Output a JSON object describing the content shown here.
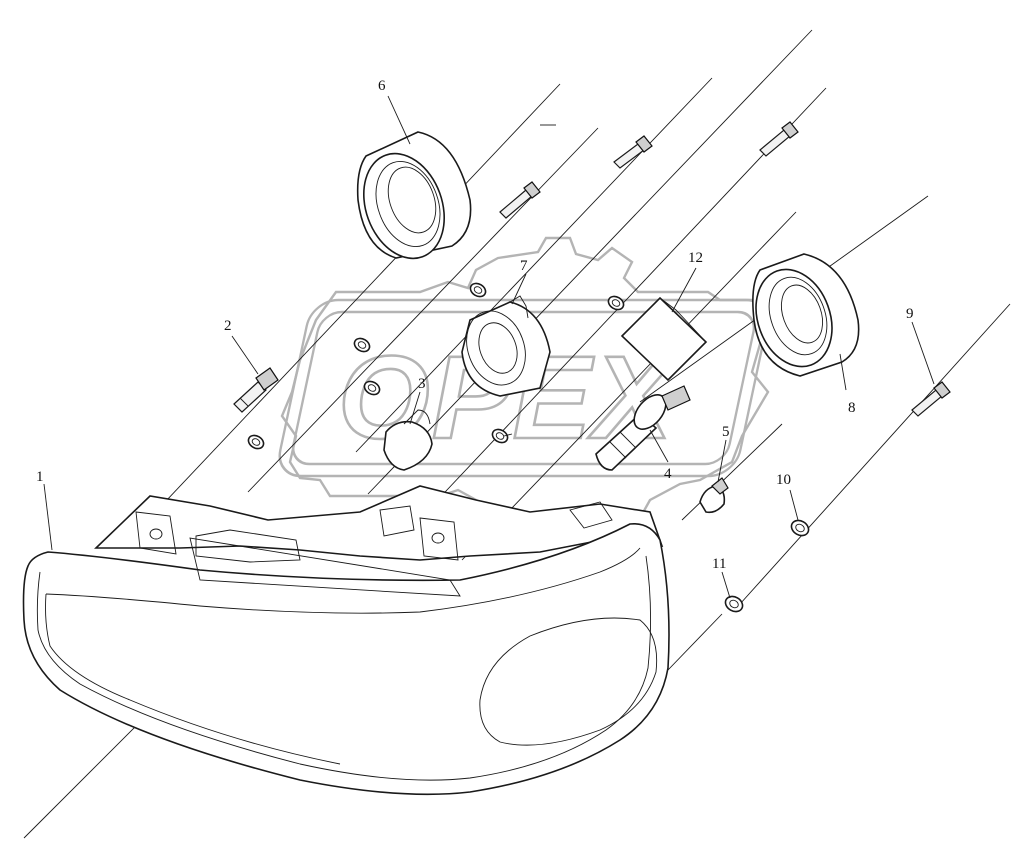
{
  "watermark": {
    "text": "OPEX"
  },
  "callouts": {
    "c1": "1",
    "c2": "2",
    "c3": "3",
    "c4": "4",
    "c5": "5",
    "c6": "6",
    "c7": "7",
    "c8": "8",
    "c9": "9",
    "c10": "10",
    "c11": "11",
    "c12": "12"
  }
}
